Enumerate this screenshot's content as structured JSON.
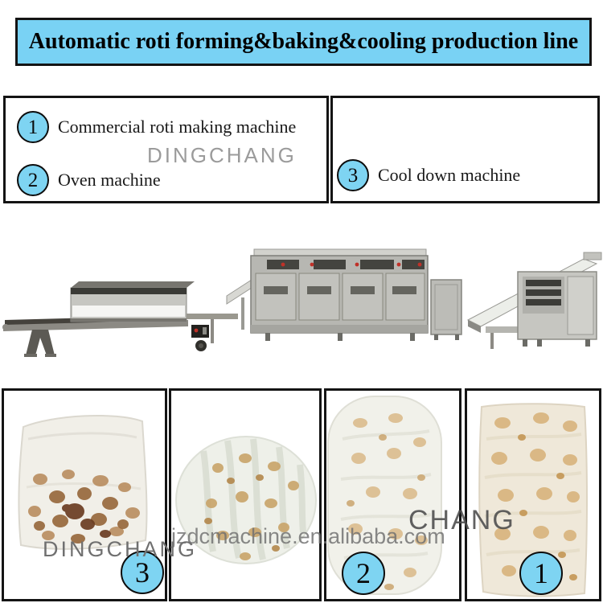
{
  "banner": {
    "title": "Automatic roti forming&baking&cooling production line"
  },
  "legend": {
    "items": [
      {
        "number": "1",
        "label": "Commercial roti making machine"
      },
      {
        "number": "2",
        "label": "Oven machine"
      },
      {
        "number": "3",
        "label": "Cool down machine"
      }
    ],
    "watermark": "DINGCHANG"
  },
  "machine_photo": {
    "markers": [
      {
        "number": "3"
      },
      {
        "number": "2"
      },
      {
        "number": "1"
      }
    ],
    "watermark_url": "jzdcmachine.en.alibaba.com",
    "watermark_chang": "CHANG"
  },
  "products": {
    "watermark": "DINGCHANG"
  },
  "colors": {
    "banner_fill": "#79d2f4",
    "badge_fill": "#7ed4f2",
    "frame_border": "#141414",
    "watermark_gray": "#9b9b9b",
    "machine_steel": "#c6c6c1"
  }
}
